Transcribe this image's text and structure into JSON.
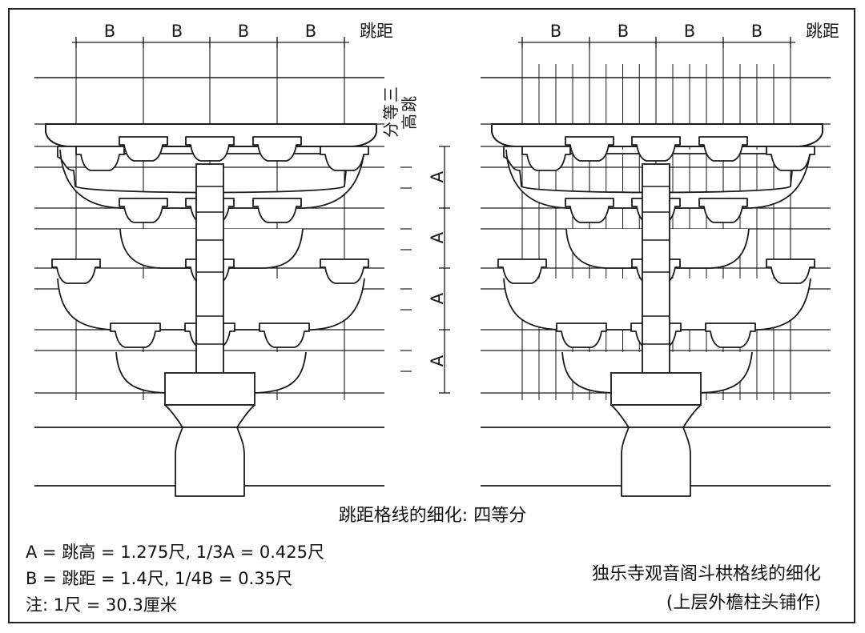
{
  "bracket_set": {
    "spacing_label": "B",
    "spacing_term": "跳距",
    "rise_term": "跳高",
    "thirds_term": "三等分",
    "rise_label": "A",
    "caption": "跳距格线的细化: 四等分",
    "notes": [
      "A = 跳高 = 1.275尺, 1/3A = 0.425尺",
      "B = 跳距 = 1.4尺, 1/4B = 0.35尺",
      "注: 1尺 = 30.3厘米"
    ],
    "title": "独乐寺观音阁斗栱格线的细化",
    "subtitle": "(上层外檐柱头铺作)"
  },
  "colors": {
    "ink": "#1a1a1a",
    "background": "#ffffff"
  }
}
